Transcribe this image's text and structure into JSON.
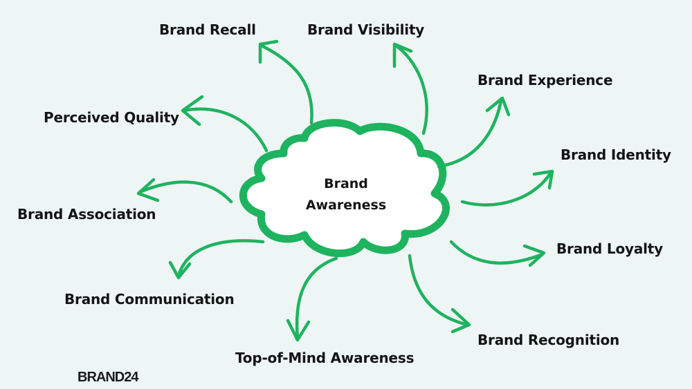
{
  "center": {
    "line1": "Brand",
    "line2": "Awareness"
  },
  "branches": [
    {
      "label": "Brand Recall"
    },
    {
      "label": "Brand Visibility"
    },
    {
      "label": "Brand Experience"
    },
    {
      "label": "Perceived Quality"
    },
    {
      "label": "Brand Identity"
    },
    {
      "label": "Brand Association"
    },
    {
      "label": "Brand Loyalty"
    },
    {
      "label": "Brand Communication"
    },
    {
      "label": "Brand Recognition"
    },
    {
      "label": "Top-of-Mind Awareness"
    }
  ],
  "logo": {
    "text": "BRAND24"
  },
  "colors": {
    "background": "#eef5f5",
    "accent": "#1eb35f",
    "text": "#141414"
  }
}
